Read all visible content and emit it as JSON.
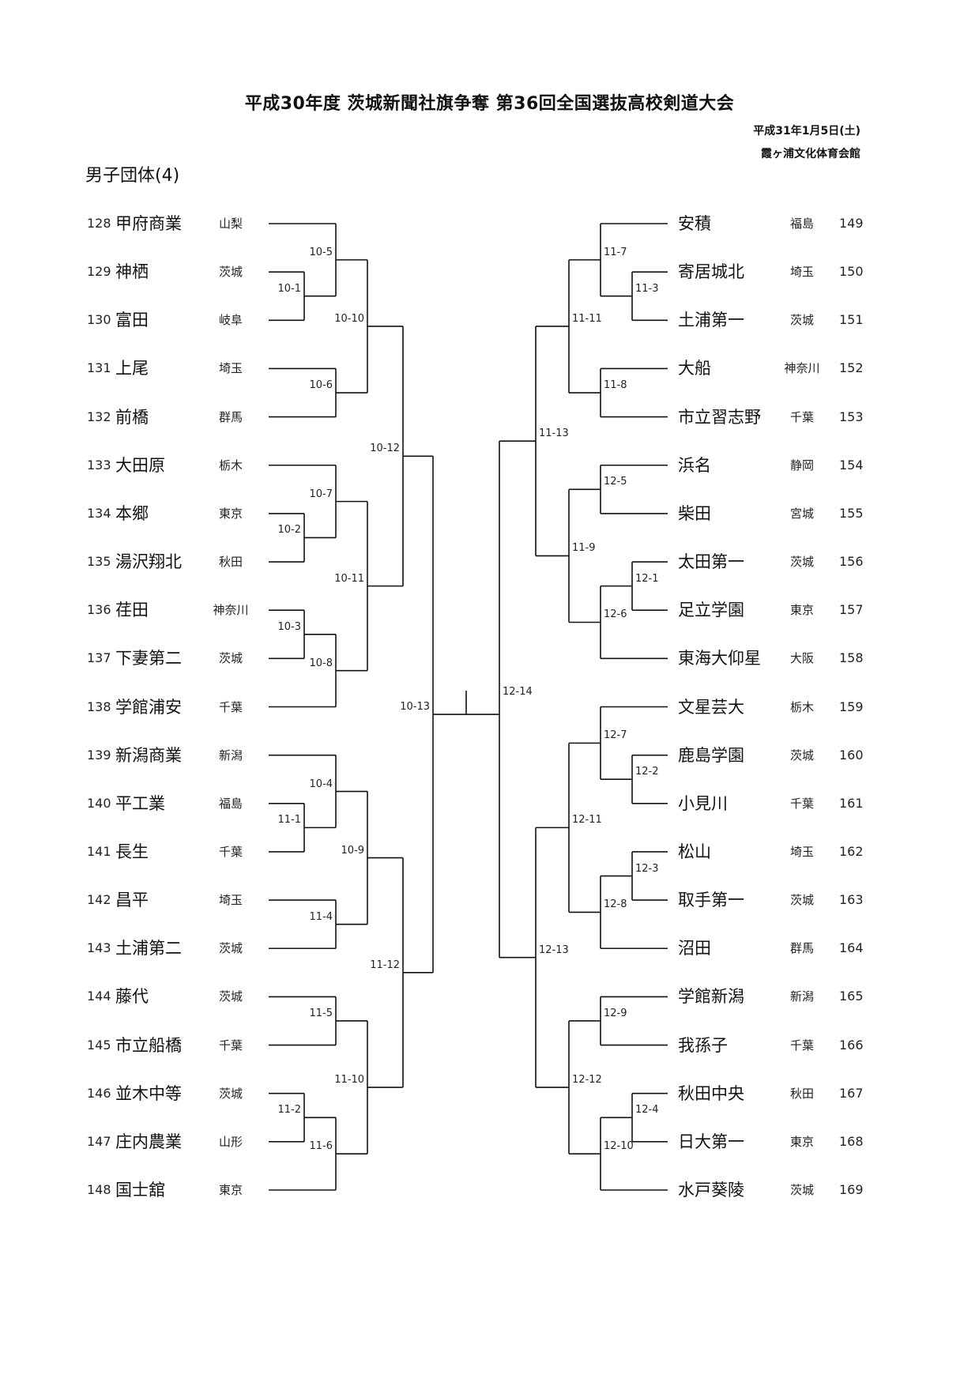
{
  "title": "平成30年度 茨城新聞社旗争奪 第36回全国選抜高校剣道大会",
  "date": "平成31年1月5日(土)",
  "venue": "霞ヶ浦文化体育会館",
  "section": "男子団体(4)",
  "left_entries": [
    {
      "no": "128",
      "school": "甲府商業",
      "pref": "山梨"
    },
    {
      "no": "129",
      "school": "神栖",
      "pref": "茨城"
    },
    {
      "no": "130",
      "school": "富田",
      "pref": "岐阜"
    },
    {
      "no": "131",
      "school": "上尾",
      "pref": "埼玉"
    },
    {
      "no": "132",
      "school": "前橋",
      "pref": "群馬"
    },
    {
      "no": "133",
      "school": "大田原",
      "pref": "栃木"
    },
    {
      "no": "134",
      "school": "本郷",
      "pref": "東京"
    },
    {
      "no": "135",
      "school": "湯沢翔北",
      "pref": "秋田"
    },
    {
      "no": "136",
      "school": "荏田",
      "pref": "神奈川"
    },
    {
      "no": "137",
      "school": "下妻第二",
      "pref": "茨城"
    },
    {
      "no": "138",
      "school": "学館浦安",
      "pref": "千葉"
    },
    {
      "no": "139",
      "school": "新潟商業",
      "pref": "新潟"
    },
    {
      "no": "140",
      "school": "平工業",
      "pref": "福島"
    },
    {
      "no": "141",
      "school": "長生",
      "pref": "千葉"
    },
    {
      "no": "142",
      "school": "昌平",
      "pref": "埼玉"
    },
    {
      "no": "143",
      "school": "土浦第二",
      "pref": "茨城"
    },
    {
      "no": "144",
      "school": "藤代",
      "pref": "茨城"
    },
    {
      "no": "145",
      "school": "市立船橋",
      "pref": "千葉"
    },
    {
      "no": "146",
      "school": "並木中等",
      "pref": "茨城"
    },
    {
      "no": "147",
      "school": "庄内農業",
      "pref": "山形"
    },
    {
      "no": "148",
      "school": "国士舘",
      "pref": "東京"
    }
  ],
  "right_entries": [
    {
      "no": "149",
      "school": "安積",
      "pref": "福島"
    },
    {
      "no": "150",
      "school": "寄居城北",
      "pref": "埼玉"
    },
    {
      "no": "151",
      "school": "土浦第一",
      "pref": "茨城"
    },
    {
      "no": "152",
      "school": "大船",
      "pref": "神奈川"
    },
    {
      "no": "153",
      "school": "市立習志野",
      "pref": "千葉"
    },
    {
      "no": "154",
      "school": "浜名",
      "pref": "静岡"
    },
    {
      "no": "155",
      "school": "柴田",
      "pref": "宮城"
    },
    {
      "no": "156",
      "school": "太田第一",
      "pref": "茨城"
    },
    {
      "no": "157",
      "school": "足立学園",
      "pref": "東京"
    },
    {
      "no": "158",
      "school": "東海大仰星",
      "pref": "大阪"
    },
    {
      "no": "159",
      "school": "文星芸大",
      "pref": "栃木"
    },
    {
      "no": "160",
      "school": "鹿島学園",
      "pref": "茨城"
    },
    {
      "no": "161",
      "school": "小見川",
      "pref": "千葉"
    },
    {
      "no": "162",
      "school": "松山",
      "pref": "埼玉"
    },
    {
      "no": "163",
      "school": "取手第一",
      "pref": "茨城"
    },
    {
      "no": "164",
      "school": "沼田",
      "pref": "群馬"
    },
    {
      "no": "165",
      "school": "学館新潟",
      "pref": "新潟"
    },
    {
      "no": "166",
      "school": "我孫子",
      "pref": "千葉"
    },
    {
      "no": "167",
      "school": "秋田中央",
      "pref": "秋田"
    },
    {
      "no": "168",
      "school": "日大第一",
      "pref": "東京"
    },
    {
      "no": "169",
      "school": "水戸葵陵",
      "pref": "茨城"
    }
  ],
  "left_matches": {
    "r1": [
      {
        "label": "10-1",
        "a": 1,
        "b": 2
      },
      {
        "label": "10-2",
        "a": 6,
        "b": 7
      },
      {
        "label": "10-3",
        "a": 8,
        "b": 9
      },
      {
        "label": "11-1",
        "a": 12,
        "b": 13
      },
      {
        "label": "11-2",
        "a": 18,
        "b": 19
      }
    ],
    "r2": [
      {
        "label": "10-5",
        "a": "e0",
        "b": "r1:0"
      },
      {
        "label": "10-6",
        "a": "e3",
        "b": "e4"
      },
      {
        "label": "10-7",
        "a": "e5",
        "b": "r1:1"
      },
      {
        "label": "10-8",
        "a": "r1:2",
        "b": "e10"
      },
      {
        "label": "10-4",
        "a": "e11",
        "b": "r1:3"
      },
      {
        "label": "11-4",
        "a": "e14",
        "b": "e15"
      },
      {
        "label": "11-5",
        "a": "e16",
        "b": "e17"
      },
      {
        "label": "11-6",
        "a": "r1:4",
        "b": "e20"
      }
    ],
    "r3": [
      {
        "label": "10-10",
        "a": "r2:0",
        "b": "r2:1"
      },
      {
        "label": "10-11",
        "a": "r2:2",
        "b": "r2:3"
      },
      {
        "label": "10-9",
        "a": "r2:4",
        "b": "r2:5"
      },
      {
        "label": "11-10",
        "a": "r2:6",
        "b": "r2:7"
      }
    ],
    "r4": [
      {
        "label": "10-12",
        "a": "r3:0",
        "b": "r3:1"
      },
      {
        "label": "11-12",
        "a": "r3:2",
        "b": "r3:3"
      }
    ],
    "r5": [
      {
        "label": "10-13",
        "a": "r4:0",
        "b": "r4:1"
      }
    ]
  },
  "right_matches": {
    "r1": [
      {
        "label": "11-3",
        "a": 1,
        "b": 2
      },
      {
        "label": "12-1",
        "a": 7,
        "b": 8
      },
      {
        "label": "12-2",
        "a": 11,
        "b": 12
      },
      {
        "label": "12-3",
        "a": 13,
        "b": 14
      },
      {
        "label": "12-4",
        "a": 18,
        "b": 19
      }
    ],
    "r2": [
      {
        "label": "11-7",
        "a": "e0",
        "b": "r1:0"
      },
      {
        "label": "11-8",
        "a": "e3",
        "b": "e4"
      },
      {
        "label": "12-5",
        "a": "e5",
        "b": "e6"
      },
      {
        "label": "12-6",
        "a": "r1:1",
        "b": "e9"
      },
      {
        "label": "12-7",
        "a": "e10",
        "b": "r1:2"
      },
      {
        "label": "12-8",
        "a": "r1:3",
        "b": "e15"
      },
      {
        "label": "12-9",
        "a": "e16",
        "b": "e17"
      },
      {
        "label": "12-10",
        "a": "r1:4",
        "b": "e20"
      }
    ],
    "r3": [
      {
        "label": "11-11",
        "a": "r2:0",
        "b": "r2:1"
      },
      {
        "label": "11-9",
        "a": "r2:2",
        "b": "r2:3"
      },
      {
        "label": "12-11",
        "a": "r2:4",
        "b": "r2:5"
      },
      {
        "label": "12-12",
        "a": "r2:6",
        "b": "r2:7"
      }
    ],
    "r4": [
      {
        "label": "11-13",
        "a": "r3:0",
        "b": "r3:1"
      },
      {
        "label": "12-13",
        "a": "r3:2",
        "b": "r3:3"
      }
    ],
    "r5": [
      {
        "label": "12-14",
        "a": "r4:0",
        "b": "r4:1"
      }
    ]
  }
}
